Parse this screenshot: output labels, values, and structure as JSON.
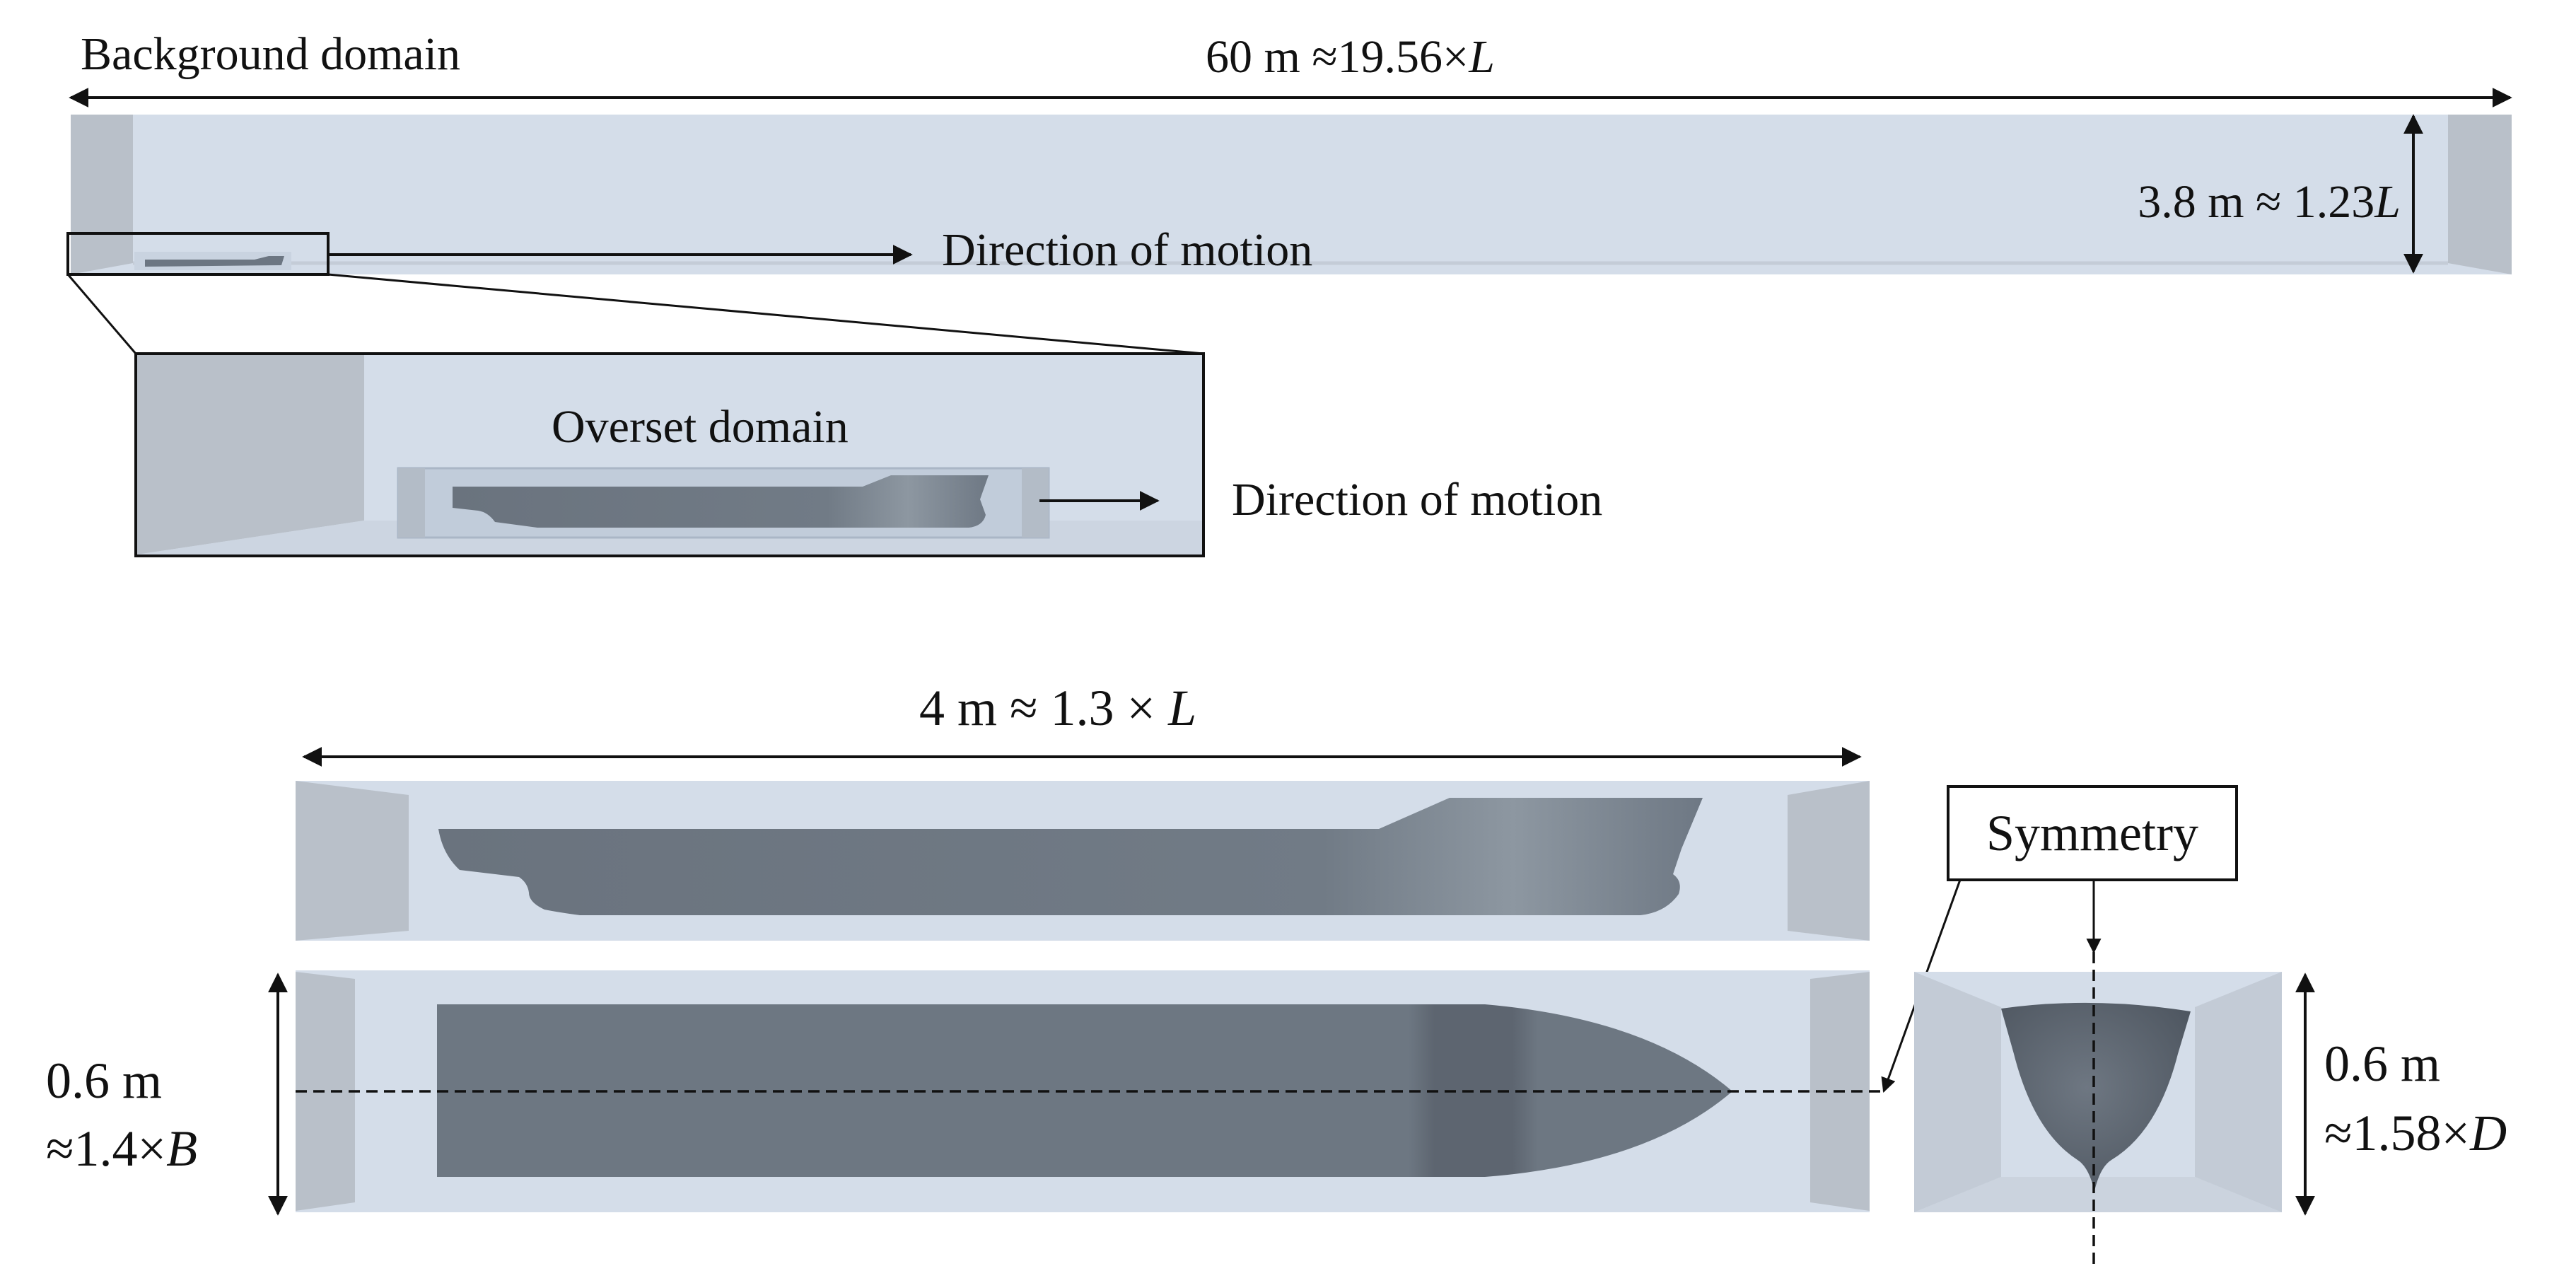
{
  "top": {
    "background_label": "Background domain",
    "length_dim": {
      "prefix": "60 m ≈19.56×",
      "var": "L"
    },
    "height_dim": {
      "prefix": "3.8 m ≈ 1.23",
      "var": "L"
    },
    "direction_label": "Direction of motion"
  },
  "inset": {
    "overset_label": "Overset domain",
    "direction_label": "Direction of motion"
  },
  "bottom": {
    "length_dim": {
      "prefix": "4 m ≈ 1.3 × ",
      "var": "L"
    },
    "symmetry_label": "Symmetry",
    "width_dim": {
      "line1": "0.6 m",
      "line2_prefix": "≈1.4×",
      "var": "B"
    },
    "depth_dim": {
      "line1": "0.6 m",
      "line2_prefix": "≈1.58×",
      "var": "D"
    }
  },
  "colors": {
    "domain_fill": "#d4dde9",
    "domain_end": "#b8bfc8",
    "hull": "#6c7682",
    "hull_dark": "#5f6873",
    "line": "#111111"
  }
}
